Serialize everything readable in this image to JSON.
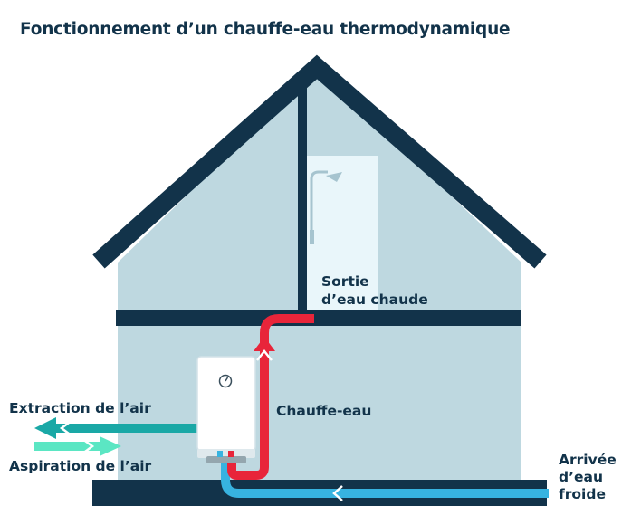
{
  "title": "Fonctionnement d’un chauffe-eau thermodynamique",
  "labels": {
    "hot_water_out": [
      "Sortie",
      "d’eau chaude"
    ],
    "water_heater": "Chauffe-eau",
    "air_extraction": "Extraction de l’air",
    "air_intake": "Aspiration de l’air",
    "cold_water_in": [
      "Arrivée",
      "d’eau",
      "froide"
    ]
  },
  "colors": {
    "outline": "#12334a",
    "wall": "#bed8e0",
    "hot_water": "#e8253a",
    "cold_water": "#37b3e0",
    "air_extraction": "#1aa8a6",
    "air_intake": "#5be6c3",
    "shower_panel": "#e9f6fa"
  },
  "icons": {
    "shower": "shower-icon",
    "gauge": "gauge-icon"
  }
}
